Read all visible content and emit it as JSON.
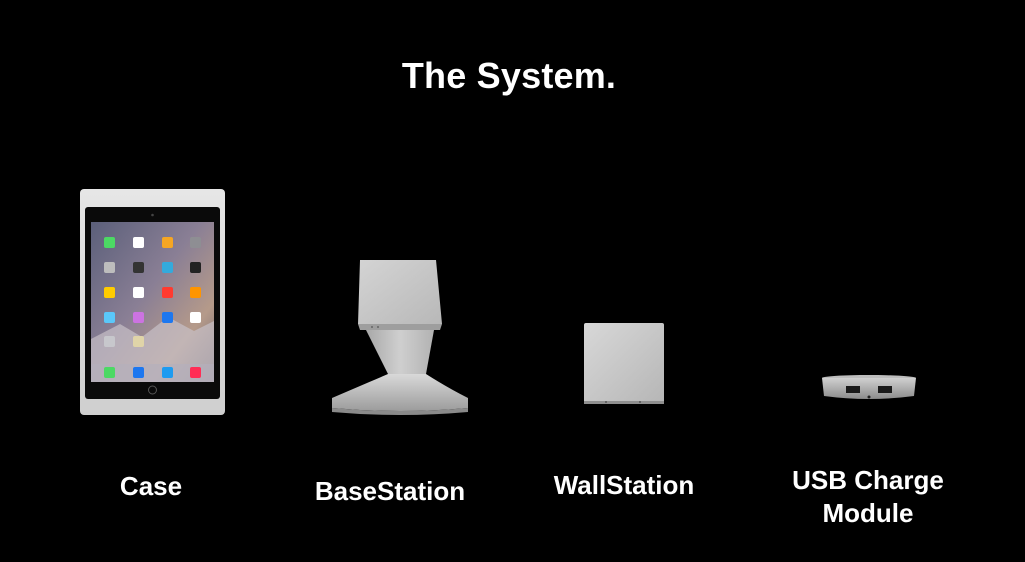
{
  "slide": {
    "title": "The System."
  },
  "products": [
    {
      "name": "case",
      "label": "Case",
      "icon": "tablet-case-icon"
    },
    {
      "name": "basestation",
      "label": "BaseStation",
      "icon": "table-stand-icon"
    },
    {
      "name": "wallstation",
      "label": "WallStation",
      "icon": "wall-mount-icon"
    },
    {
      "name": "usb-module",
      "label": "USB Charge Module",
      "icon": "usb-charger-icon"
    }
  ],
  "colors": {
    "background": "#000000",
    "text": "#ffffff",
    "aluminum": "#c9c9c9"
  }
}
